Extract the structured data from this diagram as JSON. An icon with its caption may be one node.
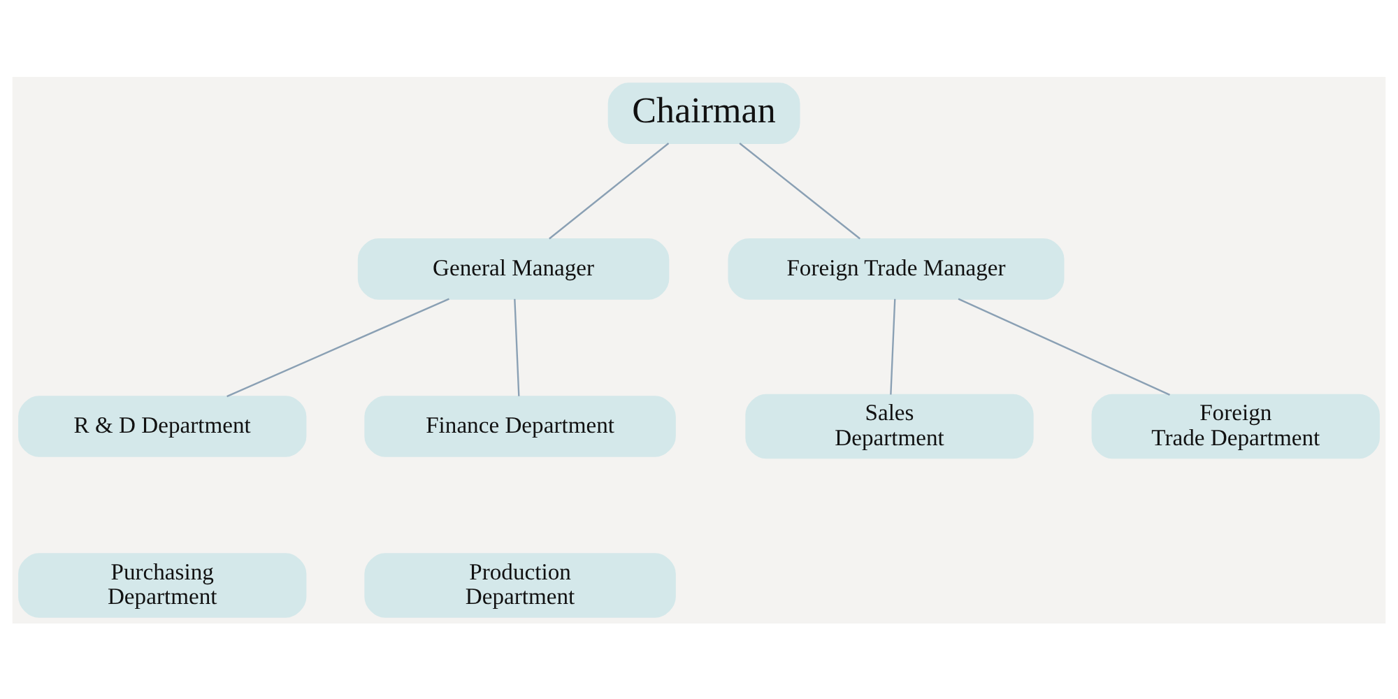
{
  "diagram": {
    "nodes": [
      {
        "text": [
          "Chairman"
        ]
      },
      {
        "text": [
          "General Manager"
        ]
      },
      {
        "text": [
          "Foreign Trade Manager"
        ]
      },
      {
        "text": [
          "R & D Department"
        ]
      },
      {
        "text": [
          "Finance Department"
        ]
      },
      {
        "text": [
          "Purchasing Department"
        ]
      },
      {
        "text": [
          "Production Department"
        ]
      },
      {
        "text": [
          "Sales Department"
        ]
      },
      {
        "text": [
          "Foreign Trade Department"
        ]
      }
    ],
    "edges": [
      {
        "from": 0,
        "to": 1,
        "arrow": "none"
      },
      {
        "from": 0,
        "to": 2,
        "arrow": "none"
      },
      {
        "from": 1,
        "to": 3,
        "arrow": "none"
      },
      {
        "from": 1,
        "to": 4,
        "arrow": "none"
      },
      {
        "from": 2,
        "to": 7,
        "arrow": "none"
      },
      {
        "from": 2,
        "to": 8,
        "arrow": "none"
      }
    ]
  }
}
